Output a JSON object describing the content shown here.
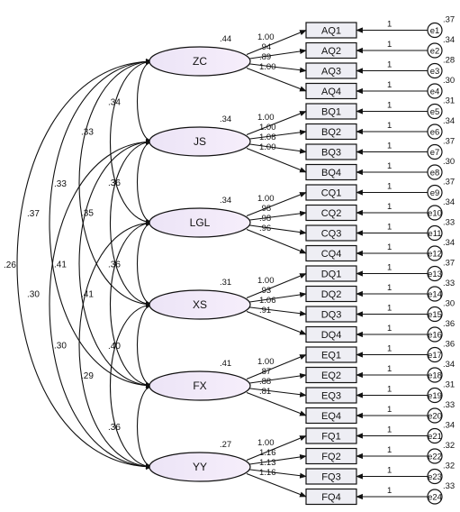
{
  "latents": [
    {
      "name": "ZC",
      "variance": ".44",
      "indicators": [
        {
          "label": "AQ1",
          "loading": "1.00",
          "error": "e1",
          "error_var": ".37"
        },
        {
          "label": "AQ2",
          "loading": ".94",
          "error": "e2",
          "error_var": ".34"
        },
        {
          "label": "AQ3",
          "loading": ".89",
          "error": "e3",
          "error_var": ".28"
        },
        {
          "label": "AQ4",
          "loading": "1.00",
          "error": "e4",
          "error_var": ".30"
        }
      ]
    },
    {
      "name": "JS",
      "variance": ".34",
      "indicators": [
        {
          "label": "BQ1",
          "loading": "1.00",
          "error": "e5",
          "error_var": ".31"
        },
        {
          "label": "BQ2",
          "loading": "1.00",
          "error": "e6",
          "error_var": ".34"
        },
        {
          "label": "BQ3",
          "loading": "1.08",
          "error": "e7",
          "error_var": ".37"
        },
        {
          "label": "BQ4",
          "loading": "1.00",
          "error": "e8",
          "error_var": ".30"
        }
      ]
    },
    {
      "name": "LGL",
      "variance": ".34",
      "indicators": [
        {
          "label": "CQ1",
          "loading": "1.00",
          "error": "e9",
          "error_var": ".37"
        },
        {
          "label": "CQ2",
          "loading": ".98",
          "error": "e10",
          "error_var": ".34"
        },
        {
          "label": "CQ3",
          "loading": ".98",
          "error": "e11",
          "error_var": ".33"
        },
        {
          "label": "CQ4",
          "loading": ".96",
          "error": "e12",
          "error_var": ".34"
        }
      ]
    },
    {
      "name": "XS",
      "variance": ".31",
      "indicators": [
        {
          "label": "DQ1",
          "loading": "1.00",
          "error": "e13",
          "error_var": ".37"
        },
        {
          "label": "DQ2",
          "loading": ".93",
          "error": "e14",
          "error_var": ".33"
        },
        {
          "label": "DQ3",
          "loading": "1.06",
          "error": "e15",
          "error_var": ".30"
        },
        {
          "label": "DQ4",
          "loading": ".91",
          "error": "e16",
          "error_var": ".36"
        }
      ]
    },
    {
      "name": "FX",
      "variance": ".41",
      "indicators": [
        {
          "label": "EQ1",
          "loading": "1.00",
          "error": "e17",
          "error_var": ".36"
        },
        {
          "label": "EQ2",
          "loading": ".87",
          "error": "e18",
          "error_var": ".34"
        },
        {
          "label": "EQ3",
          "loading": ".88",
          "error": "e19",
          "error_var": ".31"
        },
        {
          "label": "EQ4",
          "loading": ".81",
          "error": "e20",
          "error_var": ".33"
        }
      ]
    },
    {
      "name": "YY",
      "variance": ".27",
      "indicators": [
        {
          "label": "FQ1",
          "loading": "1.00",
          "error": "e21",
          "error_var": ".34"
        },
        {
          "label": "FQ2",
          "loading": "1.16",
          "error": "e22",
          "error_var": ".32"
        },
        {
          "label": "FQ3",
          "loading": "1.13",
          "error": "e23",
          "error_var": ".32"
        },
        {
          "label": "FQ4",
          "loading": "1.16",
          "error": "e24",
          "error_var": ".33"
        }
      ]
    }
  ],
  "error_path_label": "1",
  "covariances": [
    {
      "from": "ZC",
      "to": "JS",
      "value": ".34"
    },
    {
      "from": "JS",
      "to": "LGL",
      "value": ".36"
    },
    {
      "from": "LGL",
      "to": "XS",
      "value": ".36"
    },
    {
      "from": "XS",
      "to": "FX",
      "value": ".40"
    },
    {
      "from": "FX",
      "to": "YY",
      "value": ".36"
    },
    {
      "from": "ZC",
      "to": "LGL",
      "value": ".33"
    },
    {
      "from": "JS",
      "to": "XS",
      "value": ".35"
    },
    {
      "from": "LGL",
      "to": "FX",
      "value": ".41"
    },
    {
      "from": "XS",
      "to": "YY",
      "value": ".29"
    },
    {
      "from": "ZC",
      "to": "XS",
      "value": ".33"
    },
    {
      "from": "JS",
      "to": "FX",
      "value": ".41"
    },
    {
      "from": "LGL",
      "to": "YY",
      "value": ".30"
    },
    {
      "from": "ZC",
      "to": "FX",
      "value": ".37"
    },
    {
      "from": "JS",
      "to": "YY",
      "value": ".30"
    },
    {
      "from": "ZC",
      "to": "YY",
      "value": ".26"
    }
  ],
  "colors": {
    "ellipse_fill_start": "#ece4f6",
    "ellipse_fill_end": "#f6eefb",
    "box_fill": "#eeeef4",
    "stroke": "#111111"
  }
}
